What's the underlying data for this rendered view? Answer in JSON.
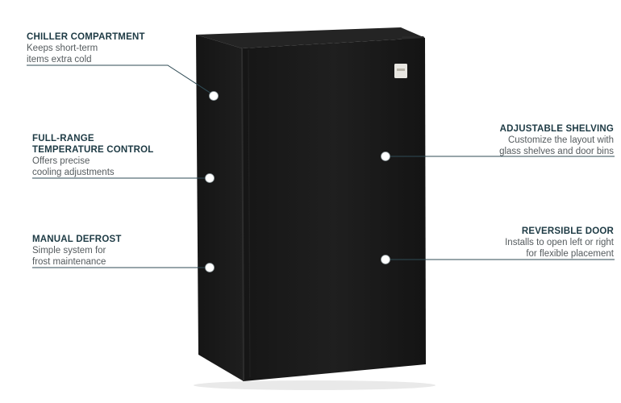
{
  "callouts": {
    "chiller": {
      "title": "CHILLER COMPARTMENT",
      "line1": "Keeps short-term",
      "line2": "items extra cold"
    },
    "temperature": {
      "title1": "FULL-RANGE",
      "title2": "TEMPERATURE CONTROL",
      "line1": "Offers precise",
      "line2": "cooling adjustments"
    },
    "defrost": {
      "title": "MANUAL DEFROST",
      "line1": "Simple system for",
      "line2": "frost maintenance"
    },
    "shelving": {
      "title": "ADJUSTABLE SHELVING",
      "line1": "Customize the layout with",
      "line2": "glass shelves and door bins"
    },
    "door": {
      "title": "REVERSIBLE DOOR",
      "line1": "Installs to open left or right",
      "line2": "for flexible placement"
    }
  },
  "colors": {
    "text_title": "#1d3a44",
    "text_body": "#555b5e",
    "leader_line": "#2f4b55",
    "fridge_body": "#1a1a1a",
    "hotspot": "#ffffff"
  },
  "icons": {
    "hotspot": "hotspot-dot-icon",
    "logo": "brand-logo-badge-icon"
  }
}
